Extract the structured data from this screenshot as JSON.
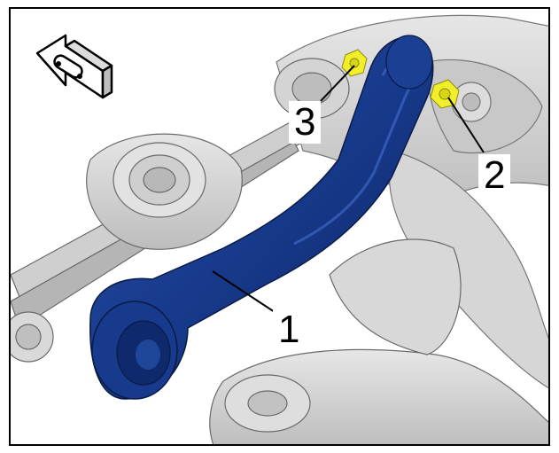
{
  "callouts": [
    {
      "id": "1",
      "text": "1",
      "part": "control-arm"
    },
    {
      "id": "2",
      "text": "2",
      "part": "outer-bolt"
    },
    {
      "id": "3",
      "text": "3",
      "part": "inner-bolt"
    }
  ],
  "colors": {
    "highlight_part": "#173a8c",
    "highlight_part_dark": "#0d2460",
    "fastener_highlight": "#f2ee2a",
    "background_parts": "#d2d2d2",
    "background_parts_shadow": "#a9a9a9",
    "outline": "#555555"
  },
  "icons": [
    "direction-of-travel-icon"
  ]
}
